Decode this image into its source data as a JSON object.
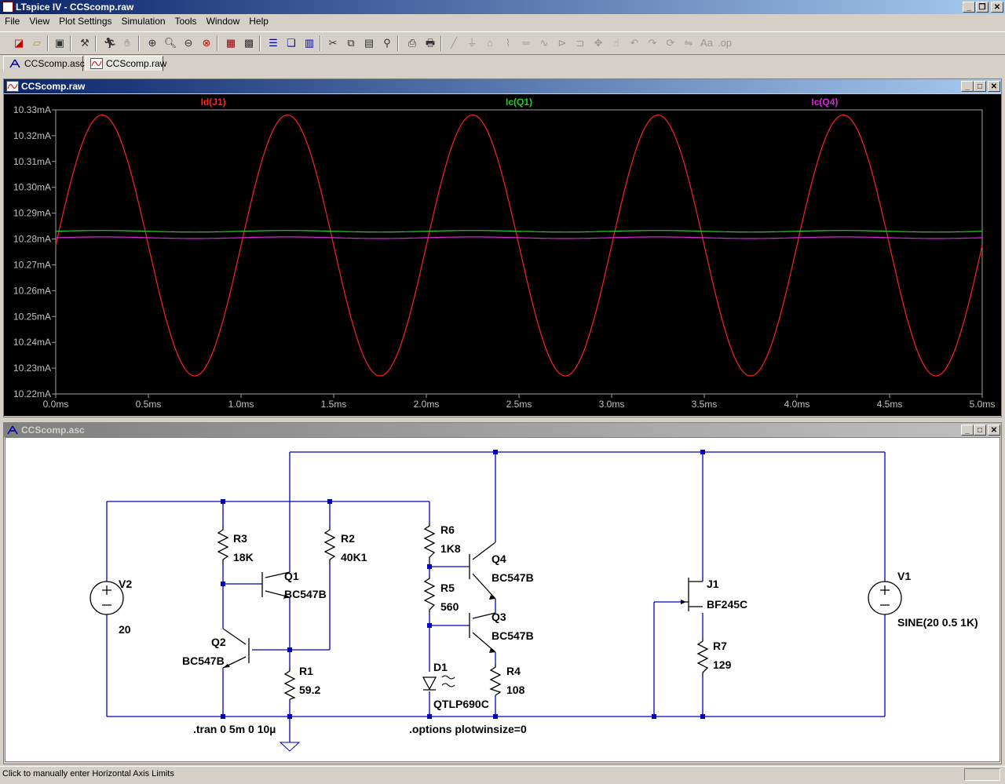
{
  "app": {
    "title": "LTspice IV - CCScomp.raw"
  },
  "menu": [
    "File",
    "View",
    "Plot Settings",
    "Simulation",
    "Tools",
    "Window",
    "Help"
  ],
  "toolbar_icons": [
    "new-schematic",
    "open",
    "save",
    "control-panel",
    "run",
    "halt",
    "zoom-in",
    "zoom-box",
    "zoom-out",
    "zoom-cancel",
    "autorange",
    "view-grid",
    "tile-horizontal",
    "cascade",
    "tile-vertical",
    "cut",
    "copy",
    "find",
    "print-preview",
    "print",
    "wire",
    "ground",
    "label",
    "resistor",
    "capacitor",
    "inductor",
    "diode",
    "component",
    "move",
    "drag",
    "undo",
    "redo",
    "rotate",
    "mirror",
    "text",
    "spice-directive"
  ],
  "tabs": [
    {
      "label": "CCScomp.asc",
      "icon": "schematic-icon"
    },
    {
      "label": "CCScomp.raw",
      "icon": "waveform-icon"
    }
  ],
  "plot_window": {
    "title": "CCScomp.raw"
  },
  "schematic_window": {
    "title": "CCScomp.asc"
  },
  "colors": {
    "trace_id_j1": "#ff2020",
    "trace_ic_q1": "#20d020",
    "trace_ic_q4": "#e020e0",
    "wire": "#0000c0",
    "plot_bg": "#000000",
    "axis_text": "#c0c0c0"
  },
  "chart_data": {
    "type": "line",
    "title": "",
    "xlabel": "",
    "ylabel": "",
    "xlim": [
      0,
      5
    ],
    "ylim": [
      10.22,
      10.33
    ],
    "x_ticks": [
      "0.0ms",
      "0.5ms",
      "1.0ms",
      "1.5ms",
      "2.0ms",
      "2.5ms",
      "3.0ms",
      "3.5ms",
      "4.0ms",
      "4.5ms",
      "5.0ms"
    ],
    "y_ticks": [
      "10.33mA",
      "10.32mA",
      "10.31mA",
      "10.30mA",
      "10.29mA",
      "10.28mA",
      "10.27mA",
      "10.26mA",
      "10.25mA",
      "10.24mA",
      "10.23mA",
      "10.22mA"
    ],
    "series": [
      {
        "name": "Id(J1)",
        "shape": "sine",
        "offset": 10.2775,
        "amplitude": 0.0505,
        "frequency_khz": 1,
        "color": "#ff2020"
      },
      {
        "name": "Ic(Q1)",
        "shape": "flat",
        "value": 10.283,
        "color": "#20d020"
      },
      {
        "name": "Ic(Q4)",
        "shape": "flat",
        "value": 10.2805,
        "color": "#e020e0"
      }
    ],
    "grid": false,
    "legend": "top"
  },
  "schematic": {
    "components": [
      {
        "ref": "V2",
        "value": "20"
      },
      {
        "ref": "R3",
        "value": "18K"
      },
      {
        "ref": "R2",
        "value": "40K1"
      },
      {
        "ref": "Q1",
        "value": "BC547B"
      },
      {
        "ref": "Q2",
        "value": "BC547B"
      },
      {
        "ref": "R1",
        "value": "59.2"
      },
      {
        "ref": "R6",
        "value": "1K8"
      },
      {
        "ref": "R5",
        "value": "560"
      },
      {
        "ref": "D1",
        "value": "QTLP690C"
      },
      {
        "ref": "Q4",
        "value": "BC547B"
      },
      {
        "ref": "Q3",
        "value": "BC547B"
      },
      {
        "ref": "R4",
        "value": "108"
      },
      {
        "ref": "J1",
        "value": "BF245C"
      },
      {
        "ref": "R7",
        "value": "129"
      },
      {
        "ref": "V1",
        "value": "SINE(20 0.5 1K)"
      }
    ],
    "directives": [
      ".tran 0 5m 0 10µ",
      ".options plotwinsize=0"
    ]
  },
  "status": {
    "text": "Click to manually enter Horizontal Axis Limits"
  }
}
